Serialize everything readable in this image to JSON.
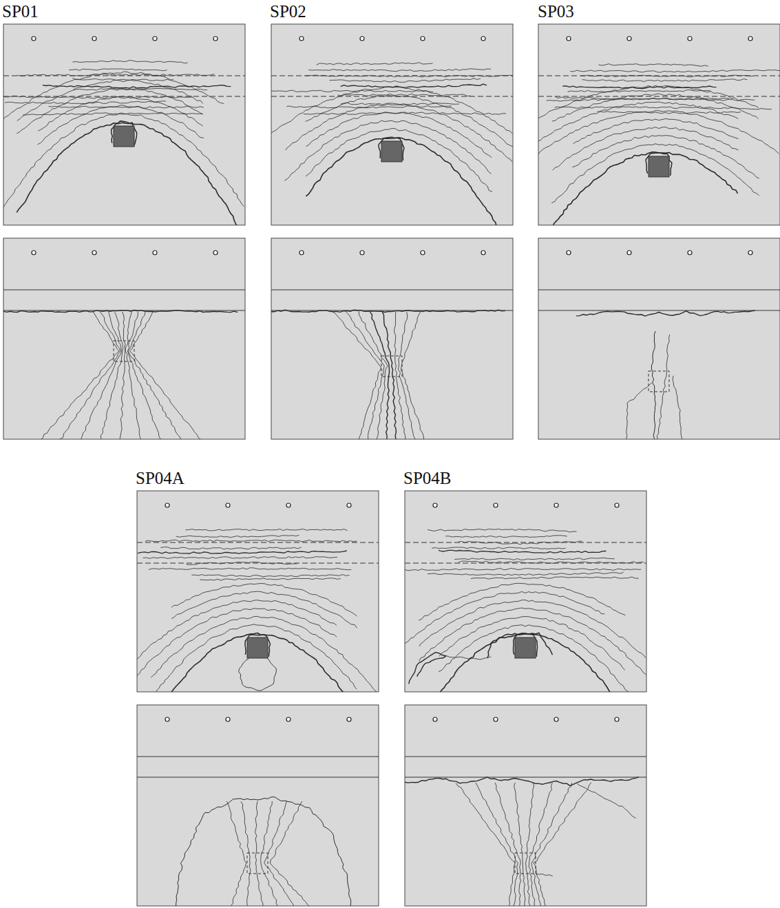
{
  "diagram": {
    "labels": [
      "SP01",
      "SP02",
      "SP03",
      "SP04A",
      "SP04B"
    ]
  }
}
